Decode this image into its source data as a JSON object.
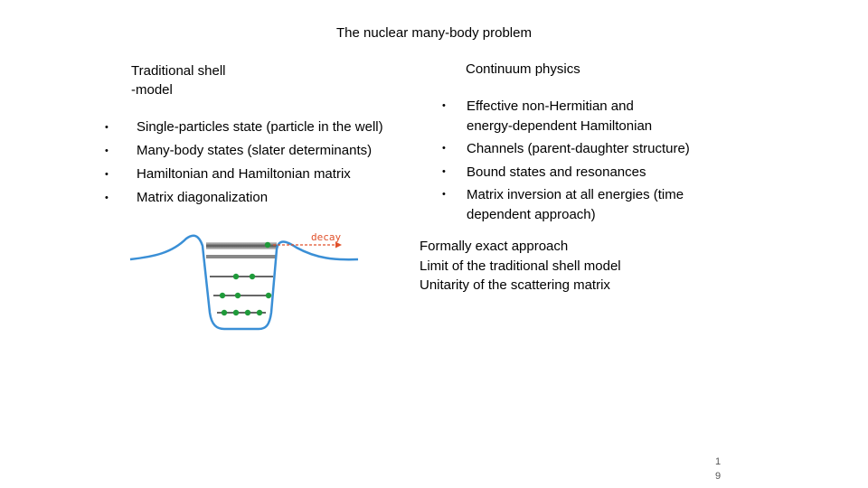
{
  "title": "The nuclear many-body problem",
  "left": {
    "heading_line1": "Traditional shell",
    "heading_line2": "-model",
    "items": [
      "Single-particles state (particle in the well)",
      "Many-body states (slater determinants)",
      "Hamiltonian and Hamiltonian matrix",
      "Matrix diagonalization"
    ]
  },
  "right": {
    "heading": "Continuum physics",
    "items": [
      {
        "line1": "Effective non-Hermitian and",
        "line2": "energy-dependent Hamiltonian"
      },
      {
        "line1": "Channels (parent-daughter structure)",
        "line2": ""
      },
      {
        "line1": "Bound states and resonances",
        "line2": ""
      },
      {
        "line1": "Matrix inversion at all energies (time",
        "line2": "dependent approach)"
      }
    ],
    "plain": [
      "Formally exact approach",
      "Limit of the traditional shell model",
      "Unitarity of the scattering matrix"
    ]
  },
  "figure": {
    "decay_label": "decay",
    "colors": {
      "well": "#3a8fd6",
      "particle": "#1f9a3a",
      "decay": "#e0502a"
    }
  },
  "slide_number": {
    "digit1": "1",
    "digit2": "9"
  },
  "bullet_char": "•"
}
